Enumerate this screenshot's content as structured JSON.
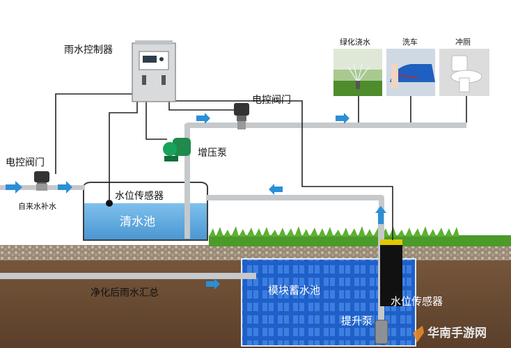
{
  "labels": {
    "controller": "雨水控制器",
    "valve_top": "电控阀门",
    "valve_left": "电控阀门",
    "booster_pump": "增压泵",
    "tap_water": "自来水补水",
    "level_sensor_clear": "水位传感器",
    "clear_tank": "清水池",
    "collected_rain": "净化后雨水汇总",
    "module_tank": "模块蓄水池",
    "level_sensor_module": "水位传感器",
    "lift_pump": "提升泵"
  },
  "uses": [
    "绿化浇水",
    "洗车",
    "冲厕"
  ],
  "watermark": "华南手游网",
  "colors": {
    "pipe": "#bfc3c6",
    "wire": "#222222",
    "arrow": "#2b8fd6",
    "clear_water": "#5aa8dd",
    "module_water": "#1f5fc8",
    "soil": "#6b4a33",
    "grass": "#4c9a2a"
  }
}
